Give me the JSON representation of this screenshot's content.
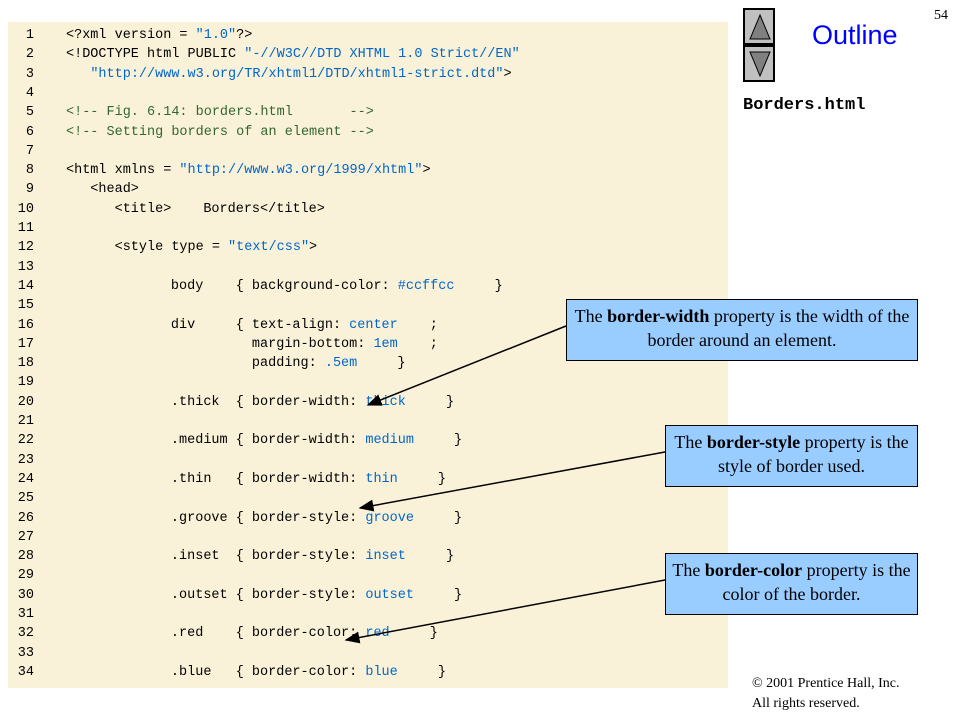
{
  "slide_number": "54",
  "nav": {
    "up_label": "previous slide",
    "down_label": "next slide"
  },
  "outline_title": "Outline",
  "filename": "Borders.html",
  "code_lines": [
    {
      "n": "1",
      "segs": [
        [
          "tag",
          "<?xml version = "
        ],
        [
          "str",
          "\"1.0\""
        ],
        [
          "tag",
          "?>"
        ]
      ]
    },
    {
      "n": "2",
      "segs": [
        [
          "tag",
          "<!DOCTYPE html PUBLIC "
        ],
        [
          "str",
          "\"-//W3C//DTD XHTML 1.0 Strict//EN\""
        ]
      ]
    },
    {
      "n": "3",
      "segs": [
        [
          "tag",
          "   "
        ],
        [
          "str",
          "\"http://www.w3.org/TR/xhtml1/DTD/xhtml1-strict.dtd\""
        ],
        [
          "tag",
          ">"
        ]
      ]
    },
    {
      "n": "4",
      "segs": []
    },
    {
      "n": "5",
      "segs": [
        [
          "com",
          "<!-- Fig. 6.14: borders.html       -->"
        ]
      ]
    },
    {
      "n": "6",
      "segs": [
        [
          "com",
          "<!-- Setting borders of an element -->"
        ]
      ]
    },
    {
      "n": "7",
      "segs": []
    },
    {
      "n": "8",
      "segs": [
        [
          "tag",
          "<html xmlns = "
        ],
        [
          "str",
          "\"http://www.w3.org/1999/xhtml\""
        ],
        [
          "tag",
          ">"
        ]
      ]
    },
    {
      "n": "9",
      "segs": [
        [
          "tag",
          "   <head>"
        ]
      ]
    },
    {
      "n": "10",
      "segs": [
        [
          "tag",
          "      <title>"
        ],
        [
          "tx",
          "Borders"
        ],
        [
          "tag",
          "</title>"
        ]
      ]
    },
    {
      "n": "11",
      "segs": []
    },
    {
      "n": "12",
      "segs": [
        [
          "tag",
          "      <style type = "
        ],
        [
          "str",
          "\"text/css\""
        ],
        [
          "tag",
          ">"
        ]
      ]
    },
    {
      "n": "13",
      "segs": []
    },
    {
      "n": "14",
      "segs": [
        [
          "tx",
          "         body    { background-color: "
        ],
        [
          "val",
          "#ccffcc"
        ],
        [
          "tx",
          " }"
        ]
      ]
    },
    {
      "n": "15",
      "segs": []
    },
    {
      "n": "16",
      "segs": [
        [
          "tx",
          "         div     { text-align: "
        ],
        [
          "val",
          "center"
        ],
        [
          "tx",
          ";"
        ]
      ]
    },
    {
      "n": "17",
      "segs": [
        [
          "tx",
          "                   margin-bottom: "
        ],
        [
          "val",
          "1em"
        ],
        [
          "tx",
          ";"
        ]
      ]
    },
    {
      "n": "18",
      "segs": [
        [
          "tx",
          "                   padding: "
        ],
        [
          "val",
          ".5em"
        ],
        [
          "tx",
          " }"
        ]
      ]
    },
    {
      "n": "19",
      "segs": []
    },
    {
      "n": "20",
      "segs": [
        [
          "tx",
          "         .thick  { border-width: "
        ],
        [
          "val",
          "thick"
        ],
        [
          "tx",
          " }"
        ]
      ]
    },
    {
      "n": "21",
      "segs": []
    },
    {
      "n": "22",
      "segs": [
        [
          "tx",
          "         .medium { border-width: "
        ],
        [
          "val",
          "medium"
        ],
        [
          "tx",
          " }"
        ]
      ]
    },
    {
      "n": "23",
      "segs": []
    },
    {
      "n": "24",
      "segs": [
        [
          "tx",
          "         .thin   { border-width: "
        ],
        [
          "val",
          "thin"
        ],
        [
          "tx",
          " }"
        ]
      ]
    },
    {
      "n": "25",
      "segs": []
    },
    {
      "n": "26",
      "segs": [
        [
          "tx",
          "         .groove { border-style: "
        ],
        [
          "val",
          "groove"
        ],
        [
          "tx",
          " }"
        ]
      ]
    },
    {
      "n": "27",
      "segs": []
    },
    {
      "n": "28",
      "segs": [
        [
          "tx",
          "         .inset  { border-style: "
        ],
        [
          "val",
          "inset"
        ],
        [
          "tx",
          " }"
        ]
      ]
    },
    {
      "n": "29",
      "segs": []
    },
    {
      "n": "30",
      "segs": [
        [
          "tx",
          "         .outset { border-style: "
        ],
        [
          "val",
          "outset"
        ],
        [
          "tx",
          " }"
        ]
      ]
    },
    {
      "n": "31",
      "segs": []
    },
    {
      "n": "32",
      "segs": [
        [
          "tx",
          "         .red    { border-color: "
        ],
        [
          "val",
          "red"
        ],
        [
          "tx",
          " }"
        ]
      ]
    },
    {
      "n": "33",
      "segs": []
    },
    {
      "n": "34",
      "segs": [
        [
          "tx",
          "         .blue   { border-color: "
        ],
        [
          "val",
          "blue"
        ],
        [
          "tx",
          " }"
        ]
      ]
    }
  ],
  "callouts": [
    {
      "pre": "The ",
      "bold": "border-width",
      "post": " property is the width of the border around an element."
    },
    {
      "pre": "The ",
      "bold": "border-style",
      "post": " property is the style of border used."
    },
    {
      "pre": "The ",
      "bold": "border-color",
      "post": " property is the color of the border."
    }
  ],
  "copyright": {
    "line1": "© 2001 Prentice Hall, Inc.",
    "line2": "All rights reserved."
  },
  "colors": {
    "code_bg": "#faf2d8",
    "callout_bg": "#99ccff",
    "outline_title": "#0000ff",
    "string": "#0066cc",
    "comment": "#336633"
  }
}
